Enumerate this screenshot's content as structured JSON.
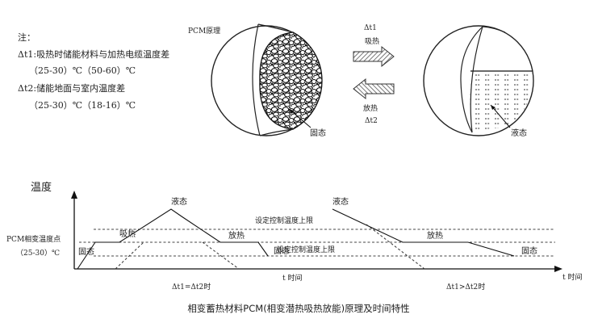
{
  "notes": {
    "heading": "注：",
    "dt1_label": "Δt1:吸热时储能材料与加热电缆温度差",
    "dt1_value": "（25-30）℃（50-60）℃",
    "dt2_label": "Δt2:储能地面与室内温度差",
    "dt2_value": "（25-30）℃（18-16）℃"
  },
  "principle": {
    "title": "PCM原理",
    "arrow_top_label_1": "Δt1",
    "arrow_top_label_2": "吸热",
    "arrow_bottom_label_1": "放热",
    "arrow_bottom_label_2": "Δt2",
    "solid_label": "固态",
    "liquid_label": "液态"
  },
  "timeline": {
    "y_axis_label": "温度",
    "pcm_point_label": "PCM相变温度点",
    "pcm_point_value": "（25-30）℃",
    "upper_limit_label": "设定控制温度上限",
    "lower_limit_label": "设定控制温度上限",
    "cycle1": {
      "liquid": "液态",
      "absorb": "吸热",
      "release": "放热",
      "solid_left": "固态",
      "solid_right": "固态",
      "time_label": "t 时间",
      "condition": "Δt1=Δt2时"
    },
    "cycle2": {
      "liquid": "液态",
      "release": "放热",
      "solid_right": "固态",
      "time_label": "t 时间",
      "condition": "Δt1>Δt2时"
    }
  },
  "caption": "相变蓄热材料PCM(相变潜热吸热放能)原理及时间特性"
}
